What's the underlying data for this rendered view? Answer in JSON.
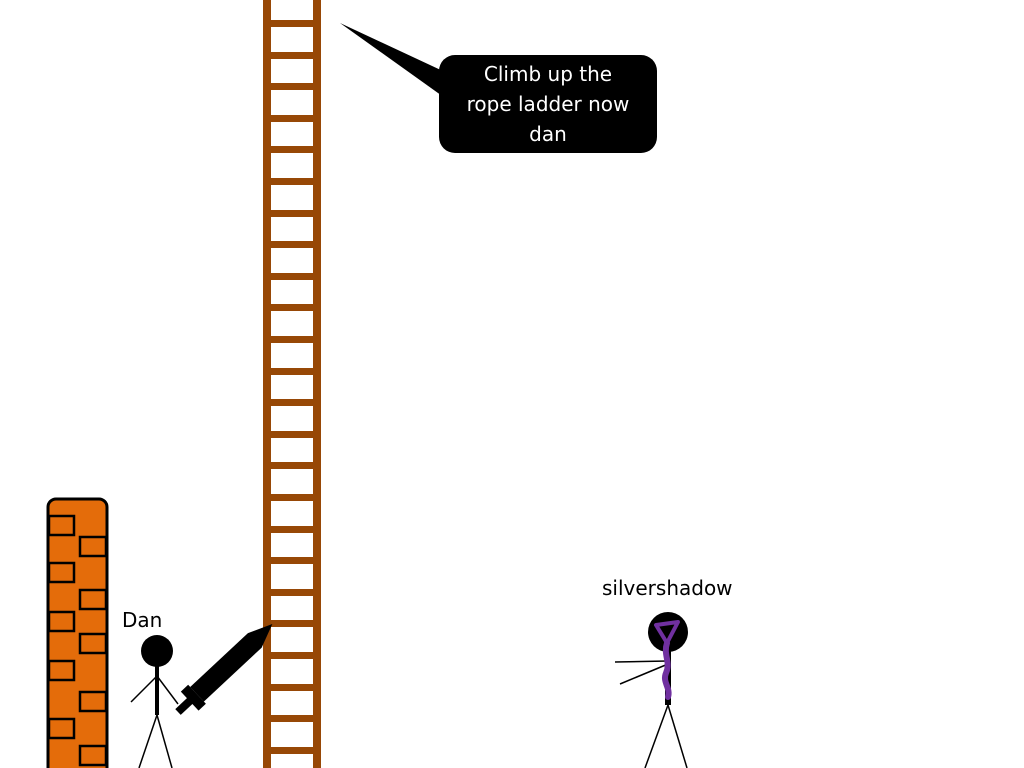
{
  "dialogue": {
    "speech_text": "Climb up the\nrope ladder now\ndan"
  },
  "characters": {
    "dan": {
      "name": "Dan"
    },
    "silvershadow": {
      "name": "silvershadow"
    }
  },
  "colors": {
    "background": "#ffffff",
    "brick_wall": "#e46c0a",
    "ladder": "#974806",
    "bubble": "#000000",
    "bubble_text": "#ffffff",
    "ink": "#000000",
    "purple_accent": "#7030a0"
  },
  "icons": {
    "ladder": "ladder-icon",
    "sword": "sword-icon",
    "wall": "brick-wall-icon"
  }
}
